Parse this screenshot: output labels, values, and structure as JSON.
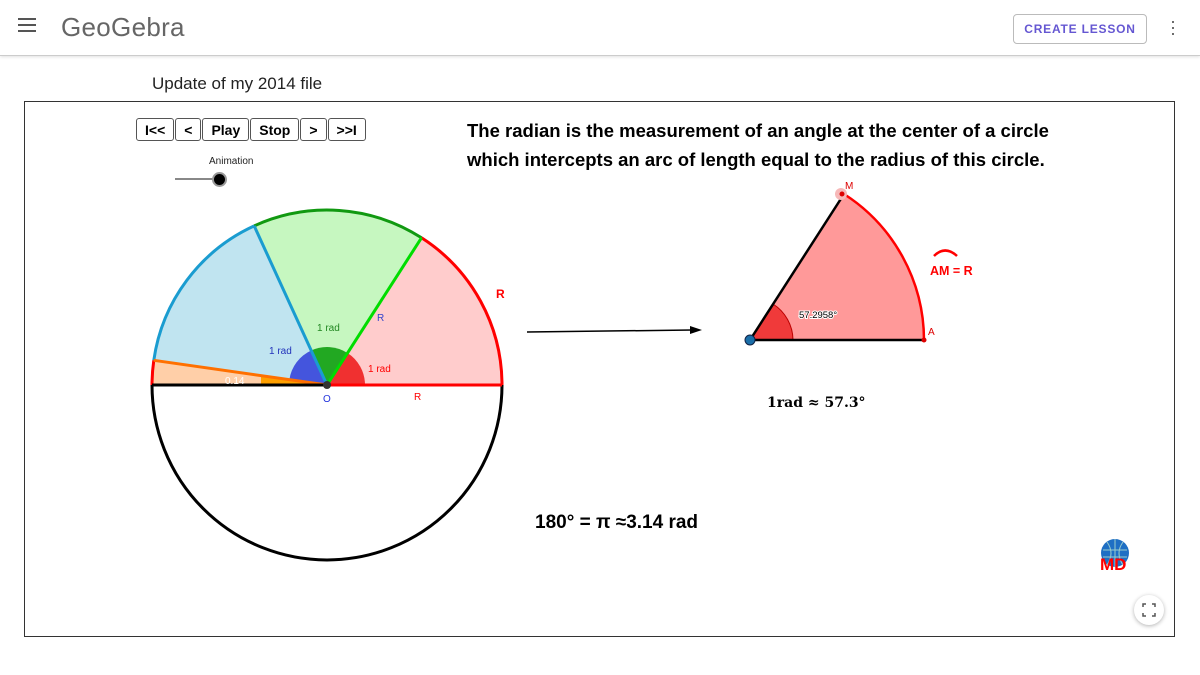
{
  "header": {
    "logo": "GeoGebra",
    "create_lesson": "CREATE LESSON",
    "menu_icon": "hamburger-icon",
    "more_icon": "more-vertical-icon"
  },
  "page_title": "Update of my 2014 file",
  "applet": {
    "buttons": [
      "I<<",
      "<",
      "Play",
      "Stop",
      ">",
      ">>I"
    ],
    "slider": {
      "label": "Animation",
      "value": 1.0
    },
    "definition_line1": "The radian is the measurement of an angle at the center of a circle",
    "definition_line2": "which intercepts an arc of length equal to the radius of this circle.",
    "circle_labels": {
      "r1": "R",
      "r2": "R",
      "r3": "R",
      "red": "1 rad",
      "green": "1 rad",
      "blue": "1 rad",
      "orange": "0.14",
      "center": "O"
    },
    "sector_labels": {
      "m": "M",
      "a": "A",
      "angle": "57.2958°",
      "arc_eq": "AM = R"
    },
    "formula_deg": "1rad ≈ 57.3°",
    "formula_pi": "180° = π ≈3.14 rad",
    "colors": {
      "red": "#ff0000",
      "green": "#00cc00",
      "blue": "#1a9cd0",
      "orange": "#ff7f00",
      "sector_fill": "#ff9999"
    }
  }
}
